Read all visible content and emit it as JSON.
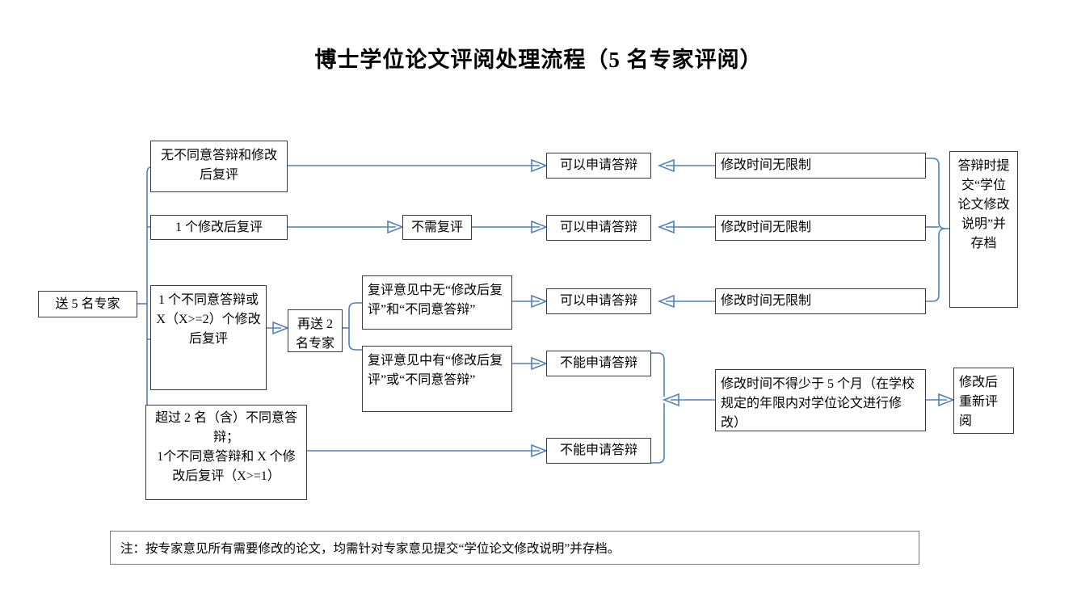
{
  "title": "博士学位论文评阅处理流程（5 名专家评阅）",
  "note": "注：按专家意见所有需要修改的论文，均需针对专家意见提交“学位论文修改说明”并存档。",
  "colors": {
    "connector": "#4f81bd",
    "box_border": "#3c3c3c",
    "background": "#ffffff",
    "text": "#000000"
  },
  "nodes": {
    "start": "送 5 名专家",
    "branch1": "无不同意答辩和修改后复评",
    "branch2": "1 个修改后复评",
    "branch3": "1 个不同意答辩或 X（X>=2）个修改后复评",
    "branch4": "超过 2 名（含）不同意答辩；\n1个不同意答辩和 X 个修改后复评（X>=1）",
    "branch4_line1": "超过 2 名（含）不同意答",
    "branch4_line2": "辩；",
    "branch4_line3": "1个不同意答辩和 X 个修",
    "branch4_line4": "改后复评（X>=1）",
    "resend": "再送 2 名专家",
    "no_review": "不需复评",
    "review_ok": "复评意见中无“修改后复评”和“不同意答辩”",
    "review_bad": "复评意见中有“修改后复评”或“不同意答辩”",
    "can_defend_1": "可以申请答辩",
    "can_defend_2": "可以申请答辩",
    "can_defend_3": "可以申请答辩",
    "cannot_defend_1": "不能申请答辩",
    "cannot_defend_2": "不能申请答辩",
    "no_time_limit_1": "修改时间无限制",
    "no_time_limit_2": "修改时间无限制",
    "no_time_limit_3": "修改时间无限制",
    "min_five_months": "修改时间不得少于 5 个月（在学校规定的年限内对学位论文进行修改）",
    "submit_note": "答辩时提交“学位论文修改说明”并存档",
    "re_review": "修改后重新评阅"
  }
}
